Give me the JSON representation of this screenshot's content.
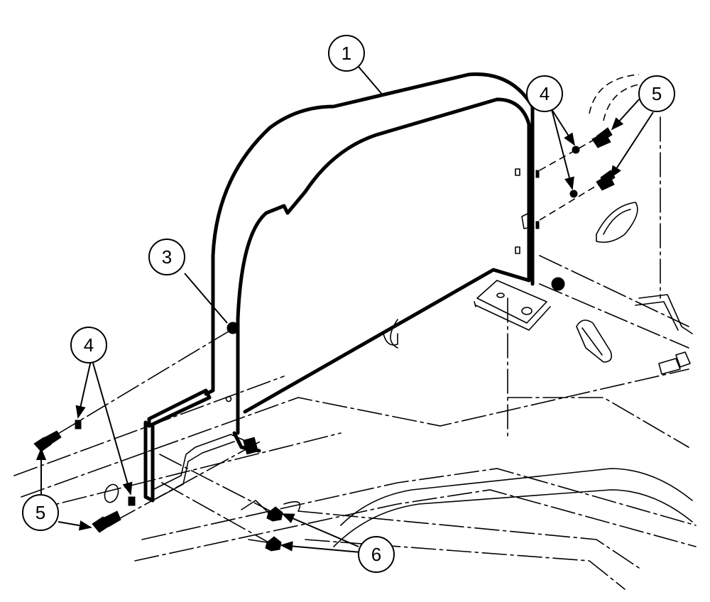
{
  "diagram": {
    "callouts": [
      {
        "id": "c1",
        "label": "1"
      },
      {
        "id": "c3",
        "label": "3"
      },
      {
        "id": "c4a",
        "label": "4"
      },
      {
        "id": "c4b",
        "label": "4"
      },
      {
        "id": "c5a",
        "label": "5"
      },
      {
        "id": "c5b",
        "label": "5"
      },
      {
        "id": "c6",
        "label": "6"
      }
    ]
  }
}
